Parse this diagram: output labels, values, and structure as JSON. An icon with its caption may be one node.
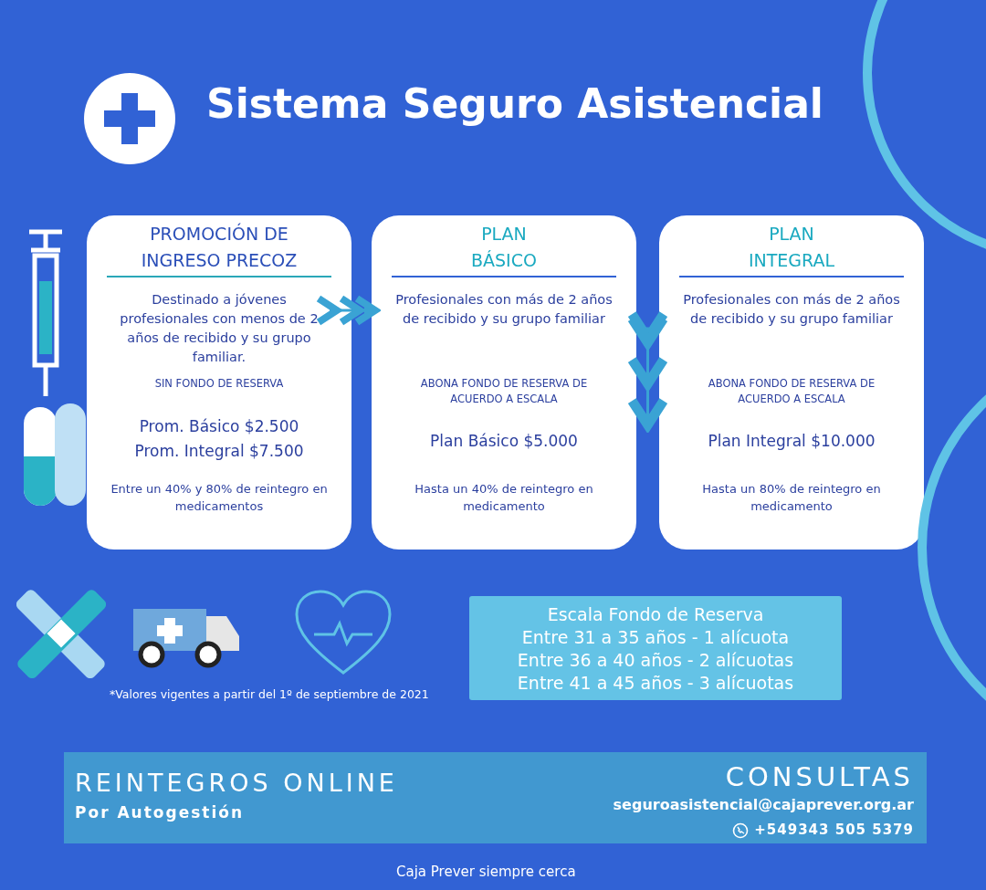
{
  "diagram": {
    "title": "Sistema Seguro Asistencial",
    "nodes": [
      {
        "text": [
          "PROMOCIÓN DE INGRESO PRECOZ",
          "Destinado a jóvenes profesionales con menos de 2 años de recibido y su grupo familiar.",
          "SIN FONDO DE RESERVA",
          "Prom. Básico $2.500",
          "Prom. Integral $7.500",
          "Entre un 40% y 80% de reintegro en medicamentos"
        ]
      },
      {
        "text": [
          "PLAN BÁSICO",
          "Profesionales con más de 2 años de recibido y su grupo familiar",
          "ABONA FONDO DE RESERVA DE ACUERDO A ESCALA",
          "Plan Básico $5.000",
          "Hasta un 40% de reintegro en medicamento"
        ]
      },
      {
        "text": [
          "PLAN INTEGRAL",
          "Profesionales con más de 2 años de recibido y su grupo familiar",
          "ABONA FONDO DE RESERVA DE ACUERDO A ESCALA",
          "Plan Integral $10.000",
          "Hasta un 80% de reintegro en medicamento"
        ]
      }
    ],
    "edges": [
      {
        "from": 0,
        "to": 1,
        "arrow": "to"
      },
      {
        "from": 1,
        "to": 2,
        "arrow": "to"
      }
    ],
    "labels": [
      "*Valores vigentes a partir del 1º de septiembre de 2021",
      "Escala Fondo de Reserva",
      "Entre 31 a 35 años - 1 alícuota",
      "Entre 36 a 40 años - 2 alícuotas",
      "Entre 41 a 45 años - 3 alícuotas",
      "REINTEGROS ONLINE",
      "Por Autogestión",
      "CONSULTAS",
      "seguroasistencial@cajaprever.org.ar",
      "+549343 505 5379",
      "Caja Prever siempre cerca"
    ]
  }
}
